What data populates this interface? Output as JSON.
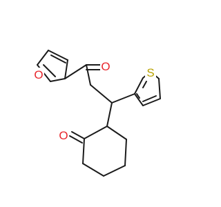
{
  "molecule": {
    "atoms": {
      "furan_oxygen": "O",
      "ketone_oxygen": "O",
      "thiophene_sulfur": "S",
      "cyclohexanone_oxygen": "O"
    },
    "colors": {
      "bond": "#1a1a1a",
      "oxygen": "#e8262c",
      "sulfur": "#b8a200"
    }
  }
}
